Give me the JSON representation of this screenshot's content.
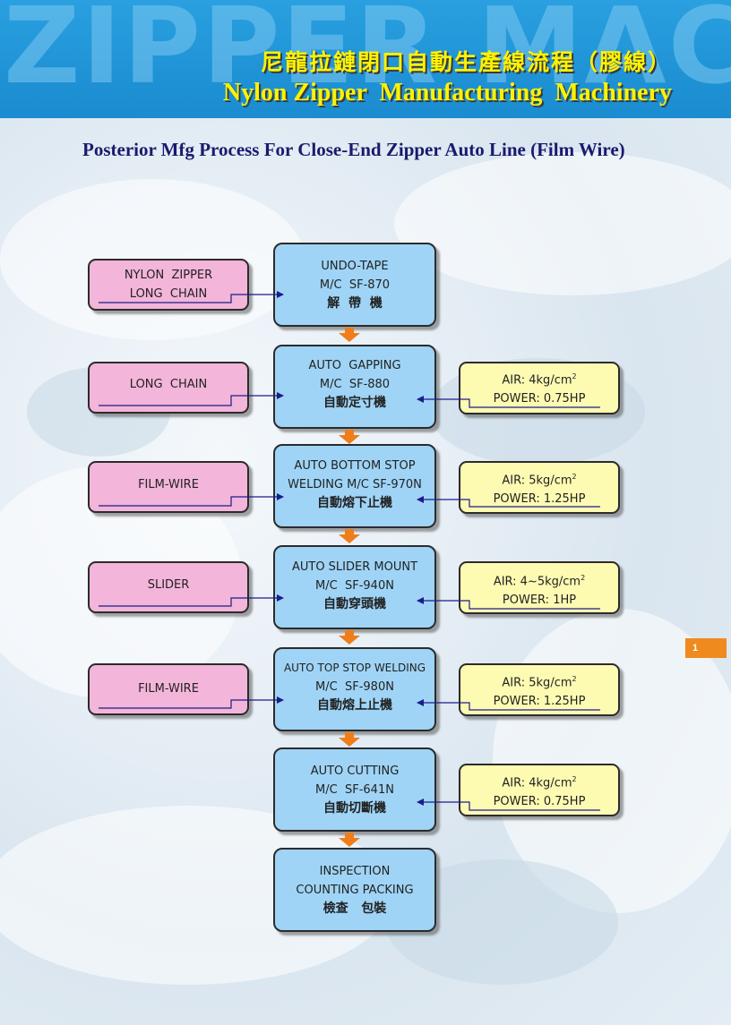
{
  "banner": {
    "bg_text": "ZIPPER MACHINE",
    "title_cn": "尼龍拉鏈閉口自動生產線流程（膠線）",
    "title_en": "Nylon Zipper  Manufacturing  Machinery"
  },
  "subtitle": "Posterior Mfg Process For Close-End Zipper Auto Line (Film Wire)",
  "steps": [
    {
      "lines": [
        "UNDO-TAPE",
        "M/C  SF-870"
      ],
      "cn": "解  帶  機"
    },
    {
      "lines": [
        "AUTO  GAPPING",
        "M/C  SF-880"
      ],
      "cn": "自動定寸機"
    },
    {
      "lines": [
        "AUTO BOTTOM STOP",
        "WELDING M/C SF-970N"
      ],
      "cn": "自動熔下止機"
    },
    {
      "lines": [
        "AUTO SLIDER MOUNT",
        "M/C  SF-940N"
      ],
      "cn": "自動穿頭機"
    },
    {
      "lines": [
        "AUTO TOP STOP WELDING",
        "M/C  SF-980N"
      ],
      "cn": "自動熔上止機"
    },
    {
      "lines": [
        "AUTO CUTTING",
        "M/C  SF-641N"
      ],
      "cn": "自動切斷機"
    },
    {
      "lines": [
        "INSPECTION",
        "COUNTING PACKING"
      ],
      "cn": "檢查   包裝"
    }
  ],
  "inputs": [
    {
      "lines": [
        "NYLON  ZIPPER",
        "LONG  CHAIN"
      ]
    },
    {
      "lines": [
        "LONG  CHAIN"
      ]
    },
    {
      "lines": [
        "FILM-WIRE"
      ]
    },
    {
      "lines": [
        "SLIDER"
      ]
    },
    {
      "lines": [
        "FILM-WIRE"
      ]
    }
  ],
  "specs": [
    {
      "air": "AIR: 4kg/cm",
      "air_sup": "2",
      "power": "POWER: 0.75HP"
    },
    {
      "air": "AIR: 5kg/cm",
      "air_sup": "2",
      "power": "POWER: 1.25HP"
    },
    {
      "air": "AIR: 4~5kg/cm",
      "air_sup": "2",
      "power": "POWER: 1HP"
    },
    {
      "air": "AIR: 5kg/cm",
      "air_sup": "2",
      "power": "POWER: 1.25HP"
    },
    {
      "air": "AIR: 4kg/cm",
      "air_sup": "2",
      "power": "POWER: 0.75HP"
    }
  ],
  "page_number": "1",
  "colors": {
    "banner": "#1f93d6",
    "banner_text": "#fff200",
    "subtitle": "#1a1a6e",
    "step_box": "#9fd4f6",
    "input_box": "#f3b5d9",
    "spec_box": "#fdfab2",
    "flow_arrow": "#ee7d1a",
    "connector": "#1c1c8a",
    "page_tab": "#ef8a1e"
  }
}
